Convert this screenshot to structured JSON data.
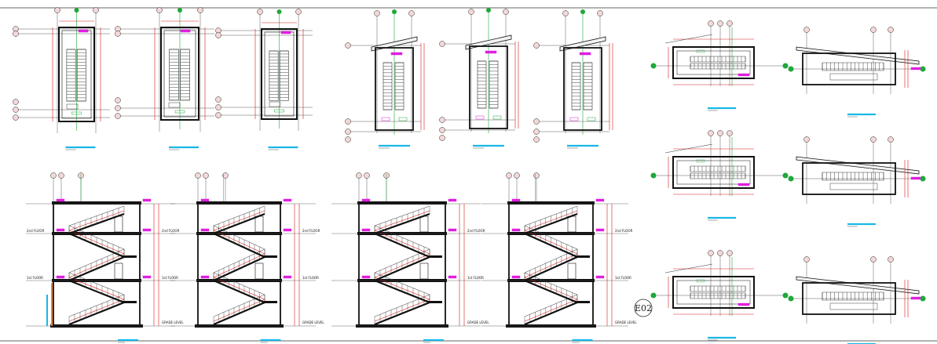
{
  "colors": {
    "wall": "#111111",
    "dimension": "#d81a1a",
    "grid": "#1fa83a",
    "annotation": "#e01ee0",
    "title_underline": "#19b7e6",
    "background": "#ffffff"
  },
  "sheet_tag": "E02",
  "floor_labels": {
    "first": "1st FLOOR",
    "second": "2nd FLOOR",
    "grade": "GRADE LEVEL"
  },
  "views": [
    {
      "kind": "plan"
    },
    {
      "kind": "plan"
    },
    {
      "kind": "plan"
    },
    {
      "kind": "roof-plan"
    },
    {
      "kind": "roof-plan"
    },
    {
      "kind": "roof-plan"
    },
    {
      "kind": "section"
    },
    {
      "kind": "section"
    },
    {
      "kind": "section"
    },
    {
      "kind": "section"
    },
    {
      "kind": "small-plan"
    },
    {
      "kind": "small-elevation"
    },
    {
      "kind": "small-plan"
    },
    {
      "kind": "small-elevation"
    },
    {
      "kind": "small-plan"
    },
    {
      "kind": "small-elevation"
    }
  ]
}
